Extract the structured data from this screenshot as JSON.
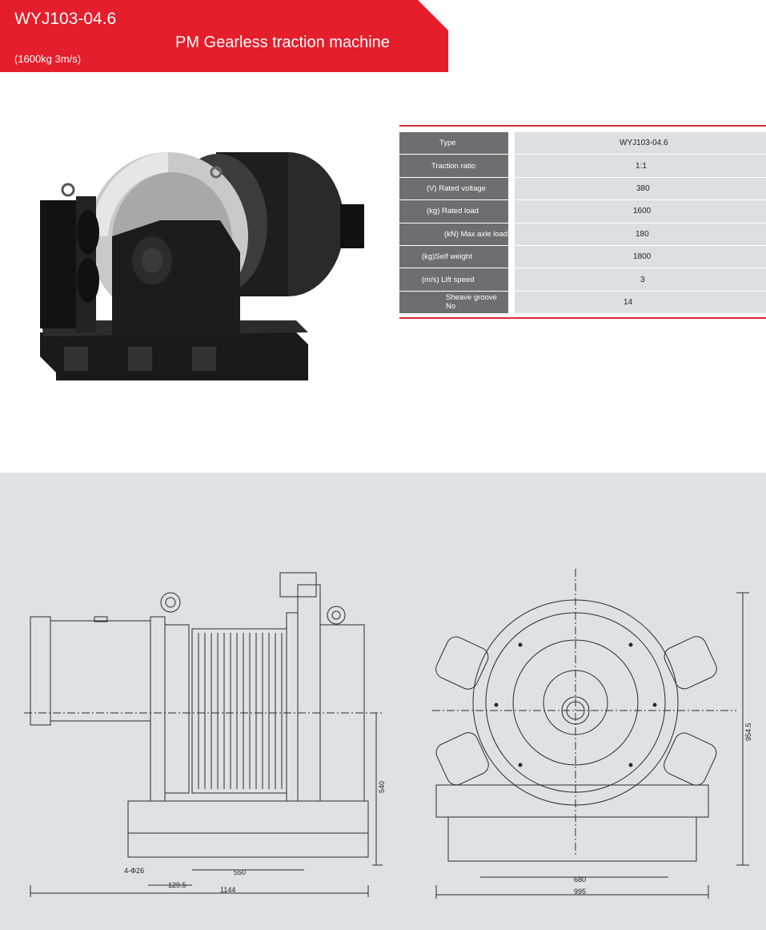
{
  "header": {
    "model": "WYJ103-04.6",
    "title": "PM Gearless traction machine",
    "subtitle": "(1600kg  3m/s)",
    "accent_color": "#e41e2b"
  },
  "spec_table": {
    "rows": [
      {
        "label": "Type",
        "value": "WYJ103-04.6"
      },
      {
        "label": "Traction ratio",
        "value": "1:1"
      },
      {
        "label": "(V) Rated voltage",
        "value": "380"
      },
      {
        "label": "(kg) Rated load",
        "value": "1600"
      },
      {
        "label": "(kN) Max axle load",
        "value": "180"
      },
      {
        "label": "(kg)Self weight",
        "value": "1800"
      },
      {
        "label": "(m/s) Lift speed",
        "value": "3"
      },
      {
        "label": "Sheave groove No",
        "value": "14"
      }
    ]
  },
  "drawing": {
    "side_dims": {
      "holes": "4-Φ26",
      "offset": "129.5",
      "base": "550",
      "length": "1144",
      "height": "540"
    },
    "front_dims": {
      "base": "680",
      "width": "995",
      "height": "954.5"
    }
  }
}
